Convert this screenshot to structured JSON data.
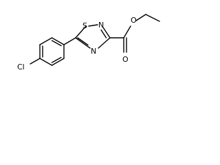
{
  "molecule": {
    "atoms": {
      "S": "S",
      "N2": "N",
      "N4": "N",
      "O_carbonyl": "O",
      "O_ester": "O",
      "Cl": "Cl"
    }
  }
}
